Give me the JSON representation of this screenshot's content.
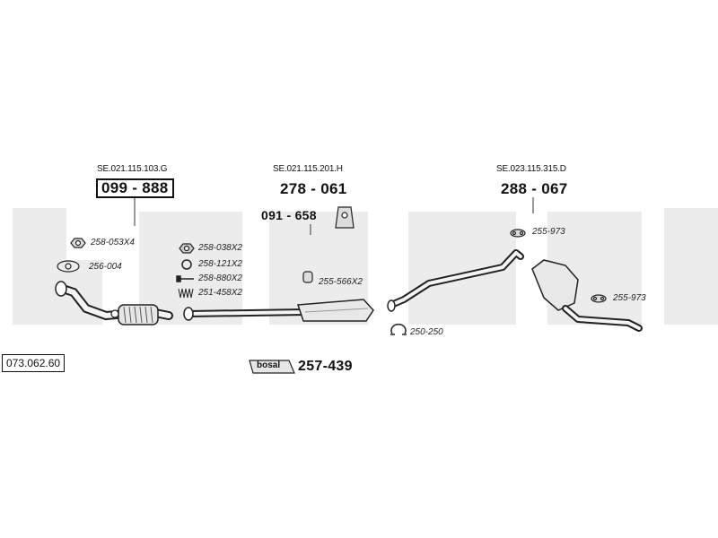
{
  "assembly_number": "073.062.60",
  "watermark_text": "bosal",
  "groups": [
    {
      "oe_ref": "SE.021.115.103.G",
      "part_number": "099 - 888"
    },
    {
      "oe_ref": "SE.021.115.201.H",
      "part_number": "278 - 061",
      "sub_part": "091 - 658"
    },
    {
      "oe_ref": "SE.023.115.315.D",
      "part_number": "288 - 067"
    }
  ],
  "fittings": [
    {
      "code": "258-053X4",
      "icon": "nut-icon"
    },
    {
      "code": "256-004",
      "icon": "flange-gasket-icon"
    },
    {
      "code": "258-038X2",
      "icon": "nut-icon"
    },
    {
      "code": "258-121X2",
      "icon": "ring-icon"
    },
    {
      "code": "258-880X2",
      "icon": "bolt-icon"
    },
    {
      "code": "251-458X2",
      "icon": "spring-icon"
    },
    {
      "code": "255-566X2",
      "icon": "rubber-mount-icon"
    },
    {
      "code": "255-973",
      "icon": "rubber-hanger-icon"
    },
    {
      "code": "255-973",
      "icon": "rubber-hanger-icon"
    },
    {
      "code": "250-250",
      "icon": "clamp-icon"
    }
  ],
  "kit": {
    "logo_text": "bosal",
    "part_number": "257-439"
  }
}
